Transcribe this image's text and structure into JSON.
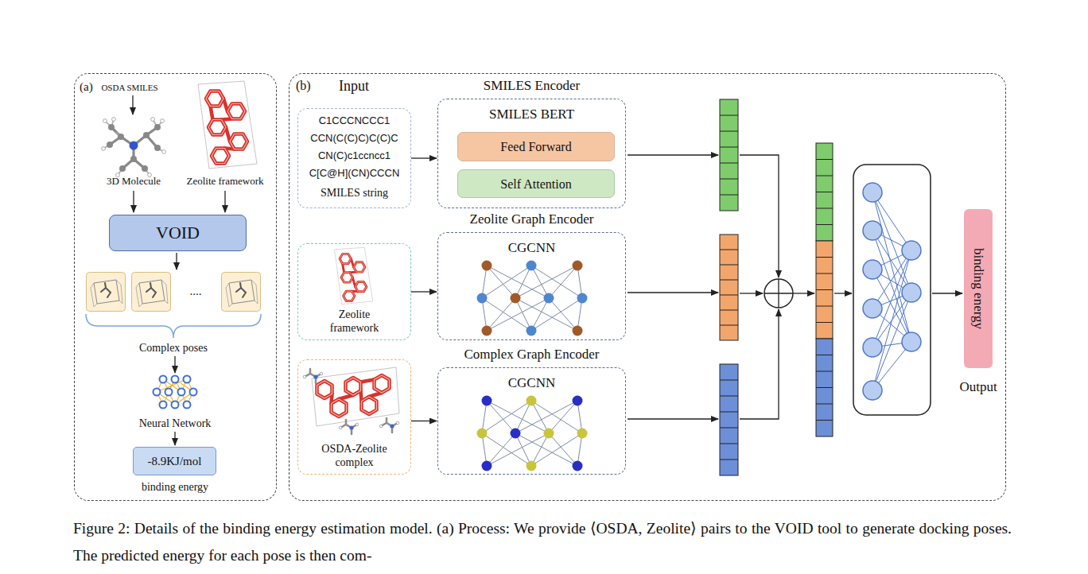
{
  "diagram": {
    "caption": "Figure 2: Details of the binding energy estimation model. (a) Process: We provide ⟨OSDA, Zeolite⟩ pairs to the VOID tool to generate docking poses. The predicted energy for each pose is then com-",
    "nodes": [
      {
        "text": [
          "(a)"
        ]
      },
      {
        "text": [
          "VOID"
        ],
        "in": 0
      },
      {
        "text": [
          "-8.9KJ/mol"
        ],
        "in": 0
      },
      {
        "text": [
          "(b)"
        ]
      },
      {
        "text": [
          "C1CCCNCCC1",
          "CCN(C(C)C)C(C)C",
          "CN(C)c1ccncc1",
          "C[C@H](CN)CCCN",
          "SMILES string"
        ],
        "in": 3
      },
      {
        "text": [
          "Zeolite framework"
        ],
        "in": 3
      },
      {
        "text": [
          "OSDA-Zeolite complex"
        ],
        "in": 3
      },
      {
        "text": [
          "SMILES Encoder",
          "SMILES BERT"
        ],
        "in": 3
      },
      {
        "text": [
          "Feed Forward"
        ],
        "in": 7
      },
      {
        "text": [
          "Self Attention"
        ],
        "in": 7
      },
      {
        "text": [
          "Zeolite Graph Encoder",
          "CGCNN"
        ],
        "in": 3
      },
      {
        "text": [
          "Complex Graph Encoder",
          "CGCNN"
        ],
        "in": 3
      },
      {
        "text": [
          "binding energy"
        ],
        "in": 3
      }
    ],
    "edges": [
      {
        "from": 4,
        "to": 7,
        "arrow": "to"
      },
      {
        "from": 5,
        "to": 10,
        "arrow": "to"
      },
      {
        "from": 6,
        "to": 11,
        "arrow": "to"
      }
    ],
    "labels": [
      "OSDA SMILES",
      "3D Molecule",
      "Zeolite framework",
      "....",
      "Complex poses",
      "Neural Network",
      "binding energy",
      "Input",
      "Output"
    ]
  }
}
